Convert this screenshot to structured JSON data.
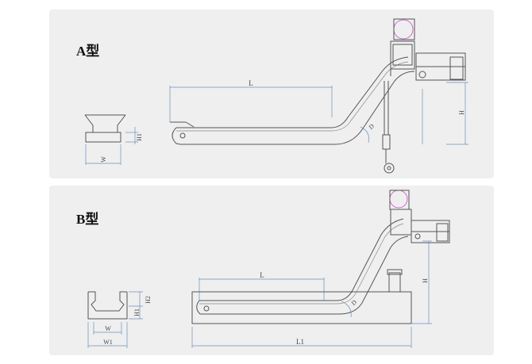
{
  "panels": [
    {
      "title": "A型",
      "labels": {
        "L": "L",
        "H": "H",
        "H1": "H1",
        "W": "W",
        "angle": "D"
      }
    },
    {
      "title": "B型",
      "labels": {
        "L": "L",
        "L1": "L1",
        "H": "H",
        "H1": "H1",
        "H2": "H2",
        "W": "W",
        "W1": "W1",
        "angle": "D"
      }
    }
  ]
}
